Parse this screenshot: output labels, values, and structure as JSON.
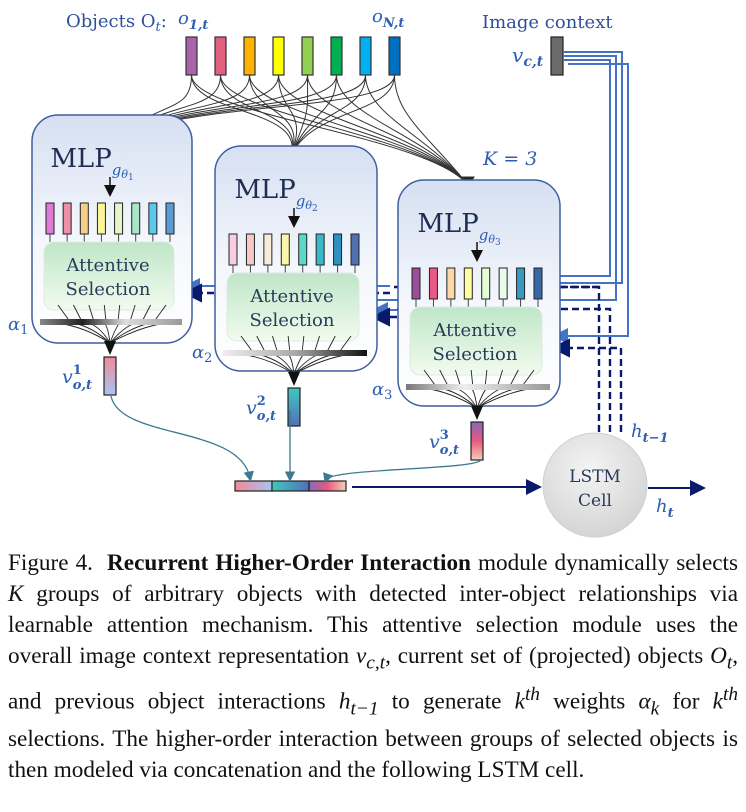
{
  "figure": {
    "objects_label": "Objects O",
    "objects_label_sub": "t",
    "objects_label_colon": ":",
    "o_first": "o",
    "o_first_sub": "1,t",
    "o_last": "o",
    "o_last_sub": "N,t",
    "image_context_label": "Image context",
    "vct_label": "v",
    "vct_sub": "c,t",
    "k_label": "K = 3",
    "object_colors": [
      "#a765a8",
      "#e0607e",
      "#ffb300",
      "#ffff00",
      "#92d050",
      "#00b050",
      "#00b0f0",
      "#0070c0"
    ],
    "context_color": "#6b6b6b",
    "modules": [
      {
        "name": "MLP",
        "sub": "g",
        "sub_theta": "θ",
        "sub_index": "1",
        "attentive_line1": "Attentive",
        "attentive_line2": "Selection",
        "alpha": "α",
        "alpha_sub": "1",
        "v_label": "v",
        "v_sup": "1",
        "v_sub": "o,t",
        "bar_colors": [
          "#e07ad8",
          "#f08fa8",
          "#f7cf8a",
          "#f8f59a",
          "#e4f5c8",
          "#a8e6c8",
          "#5cc8f0",
          "#5b9bd5"
        ],
        "output_gradient": [
          "#f08a9a",
          "#a8c4f0"
        ]
      },
      {
        "name": "MLP",
        "sub": "g",
        "sub_theta": "θ",
        "sub_index": "2",
        "attentive_line1": "Attentive",
        "attentive_line2": "Selection",
        "alpha": "α",
        "alpha_sub": "2",
        "v_label": "v",
        "v_sup": "2",
        "v_sub": "o,t",
        "bar_colors": [
          "#f8cce4",
          "#f8c8c8",
          "#f6ecd8",
          "#f8f6a8",
          "#5cd8c8",
          "#38b8c8",
          "#3090c0",
          "#5070b0"
        ],
        "output_gradient": [
          "#40c8c0",
          "#5070b8"
        ]
      },
      {
        "name": "MLP",
        "sub": "g",
        "sub_theta": "θ",
        "sub_index": "3",
        "attentive_line1": "Attentive",
        "attentive_line2": "Selection",
        "alpha": "α",
        "alpha_sub": "3",
        "v_label": "v",
        "v_sup": "3",
        "v_sub": "o,t",
        "bar_colors": [
          "#9a5098",
          "#e85888",
          "#fcd8a8",
          "#fcfca0",
          "#e4fcd8",
          "#e8fcec",
          "#3898c0",
          "#3868a8"
        ],
        "output_gradient": [
          "#8868b8",
          "#e85a80",
          "#f4d0b8"
        ]
      }
    ],
    "lstm_line1": "LSTM",
    "lstm_line2": "Cell",
    "h_prev": "h",
    "h_prev_sub": "t−1",
    "h_out": "h",
    "h_out_sub": "t",
    "context_line_color": "#4472c4",
    "hidden_line_color": "#0a1a6a"
  },
  "caption": {
    "prefix": "Figure 4.",
    "bold": "Recurrent Higher-Order Interaction",
    "part1": " module dynamically selects ",
    "K": "K",
    "part2": " groups of arbitrary objects with detected inter-object relationships via learnable attention mechanism. This attentive selection module uses the overall image context representation ",
    "vct": "v",
    "vct_sub": "c,t",
    "part3": ", current set of (projected) objects ",
    "Ot": "O",
    "Ot_sub": "t",
    "part4": ", and previous object interactions ",
    "h": "h",
    "h_sub": "t−1",
    "part5": " to generate ",
    "k1": "k",
    "k1_sup": "th",
    "part6": " weights ",
    "alpha": "α",
    "alpha_sub": "k",
    "part7": " for ",
    "k2": "k",
    "k2_sup": "th",
    "part8": " selections. The higher-order interaction between groups of selected objects is then modeled via concatenation and the following LSTM cell."
  }
}
